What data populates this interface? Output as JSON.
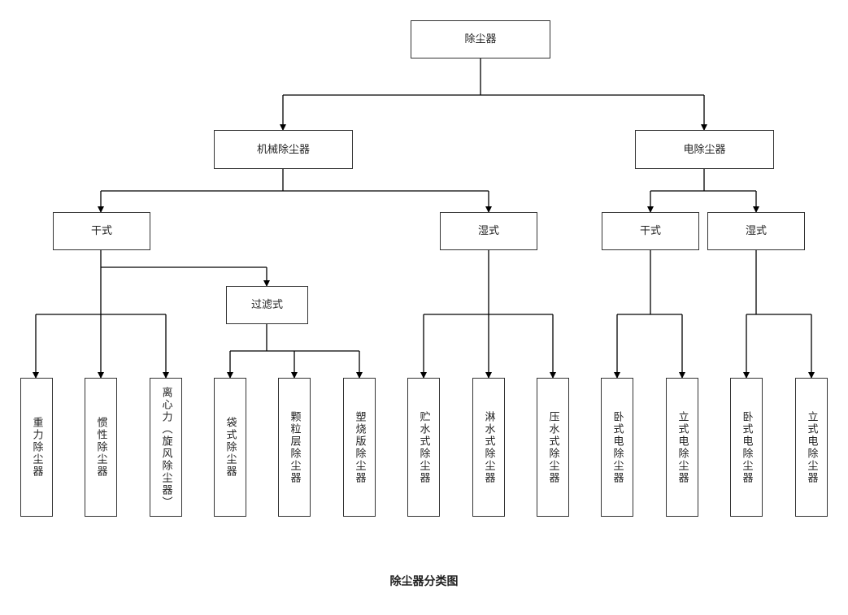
{
  "diagram": {
    "root": "除尘器",
    "level1": {
      "mechanical": "机械除尘器",
      "electric": "电除尘器"
    },
    "level2": {
      "mech_dry": "干式",
      "mech_wet": "湿式",
      "elec_dry": "干式",
      "elec_wet": "湿式"
    },
    "level3": {
      "filter": "过滤式"
    },
    "leaves": [
      "重力除尘器",
      "惯性除尘器",
      "离心力（旋风除尘器）",
      "袋式除尘器",
      "颗粒层除尘器",
      "塑烧版除尘器",
      "贮水式除尘器",
      "淋水式除尘器",
      "压水式除尘器",
      "卧式电除尘器",
      "立式电除尘器",
      "卧式电除尘器",
      "立式电除尘器"
    ],
    "caption": "除尘器分类图"
  },
  "colors": {
    "line": "#000000",
    "border": "#333333"
  }
}
